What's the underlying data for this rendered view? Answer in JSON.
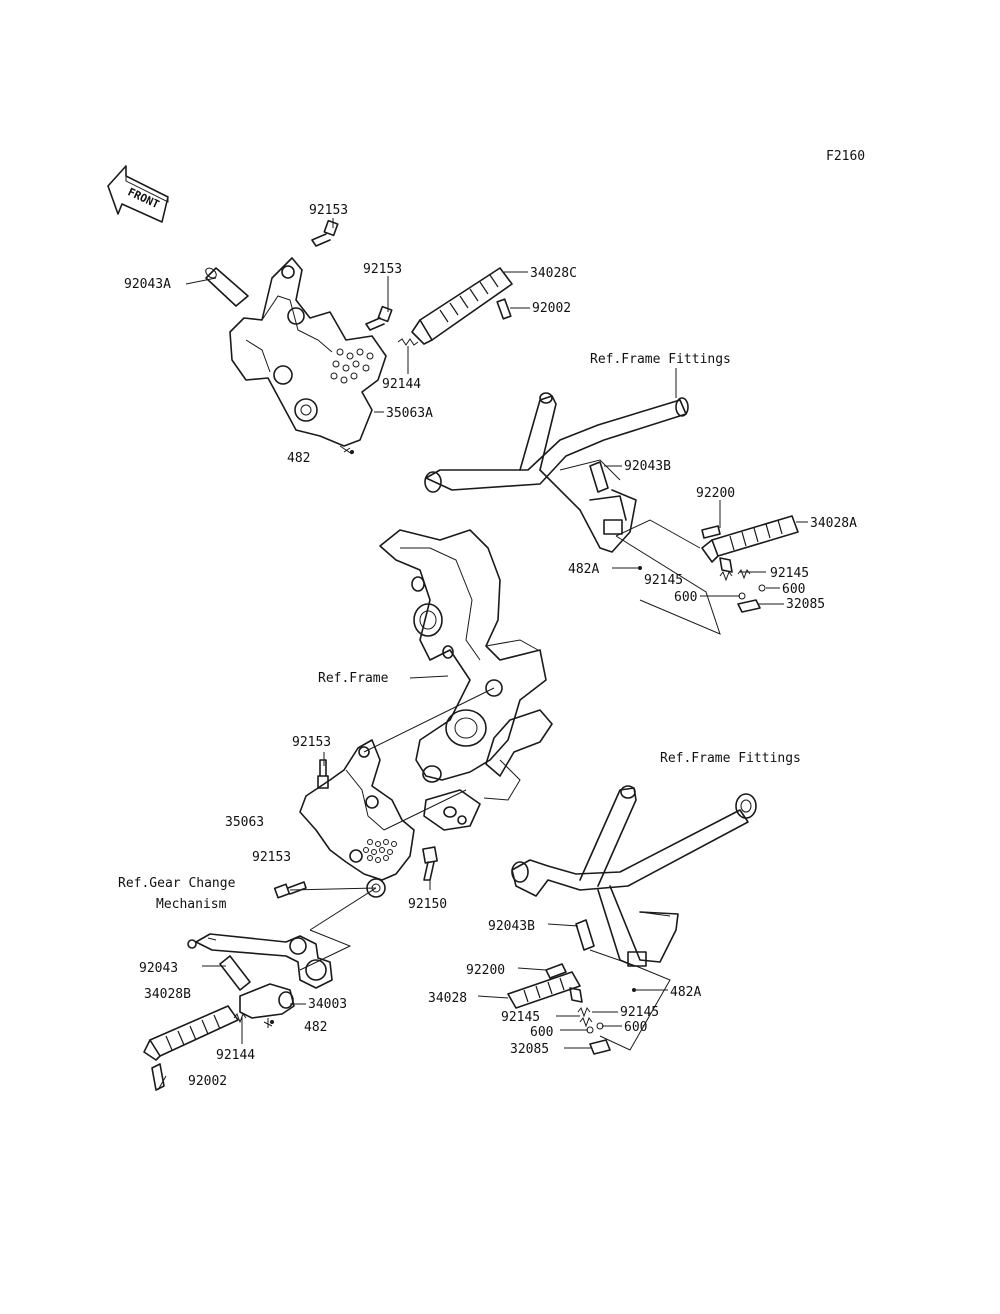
{
  "figure_id": "F2160",
  "front_arrow": {
    "label": "FRONT",
    "icon": "front-arrow-icon"
  },
  "labels": [
    {
      "id": "l01",
      "text": "92153"
    },
    {
      "id": "l02",
      "text": "92043A"
    },
    {
      "id": "l03",
      "text": "92153"
    },
    {
      "id": "l04",
      "text": "34028C"
    },
    {
      "id": "l05",
      "text": "92002"
    },
    {
      "id": "l06",
      "text": "92144"
    },
    {
      "id": "l07",
      "text": "35063A"
    },
    {
      "id": "l08",
      "text": "482"
    },
    {
      "id": "l09",
      "text": "Ref.Frame Fittings"
    },
    {
      "id": "l10",
      "text": "92043B"
    },
    {
      "id": "l11",
      "text": "92200"
    },
    {
      "id": "l12",
      "text": "34028A"
    },
    {
      "id": "l13",
      "text": "482A"
    },
    {
      "id": "l14",
      "text": "92145"
    },
    {
      "id": "l15",
      "text": "92145"
    },
    {
      "id": "l16",
      "text": "600"
    },
    {
      "id": "l17",
      "text": "600"
    },
    {
      "id": "l18",
      "text": "32085"
    },
    {
      "id": "l19",
      "text": "Ref.Frame"
    },
    {
      "id": "l20",
      "text": "92153"
    },
    {
      "id": "l21",
      "text": "35063"
    },
    {
      "id": "l22",
      "text": "92153"
    },
    {
      "id": "l23",
      "text": "Ref.Gear Change"
    },
    {
      "id": "l24",
      "text": "Mechanism"
    },
    {
      "id": "l25",
      "text": "92150"
    },
    {
      "id": "l26",
      "text": "92043"
    },
    {
      "id": "l27",
      "text": "34028B"
    },
    {
      "id": "l28",
      "text": "34003"
    },
    {
      "id": "l29",
      "text": "482"
    },
    {
      "id": "l30",
      "text": "92144"
    },
    {
      "id": "l31",
      "text": "92002"
    },
    {
      "id": "l32",
      "text": "Ref.Frame Fittings"
    },
    {
      "id": "l33",
      "text": "92043B"
    },
    {
      "id": "l34",
      "text": "92200"
    },
    {
      "id": "l35",
      "text": "482A"
    },
    {
      "id": "l36",
      "text": "34028"
    },
    {
      "id": "l37",
      "text": "92145"
    },
    {
      "id": "l38",
      "text": "92145"
    },
    {
      "id": "l39",
      "text": "600"
    },
    {
      "id": "l40",
      "text": "600"
    },
    {
      "id": "l41",
      "text": "32085"
    }
  ]
}
